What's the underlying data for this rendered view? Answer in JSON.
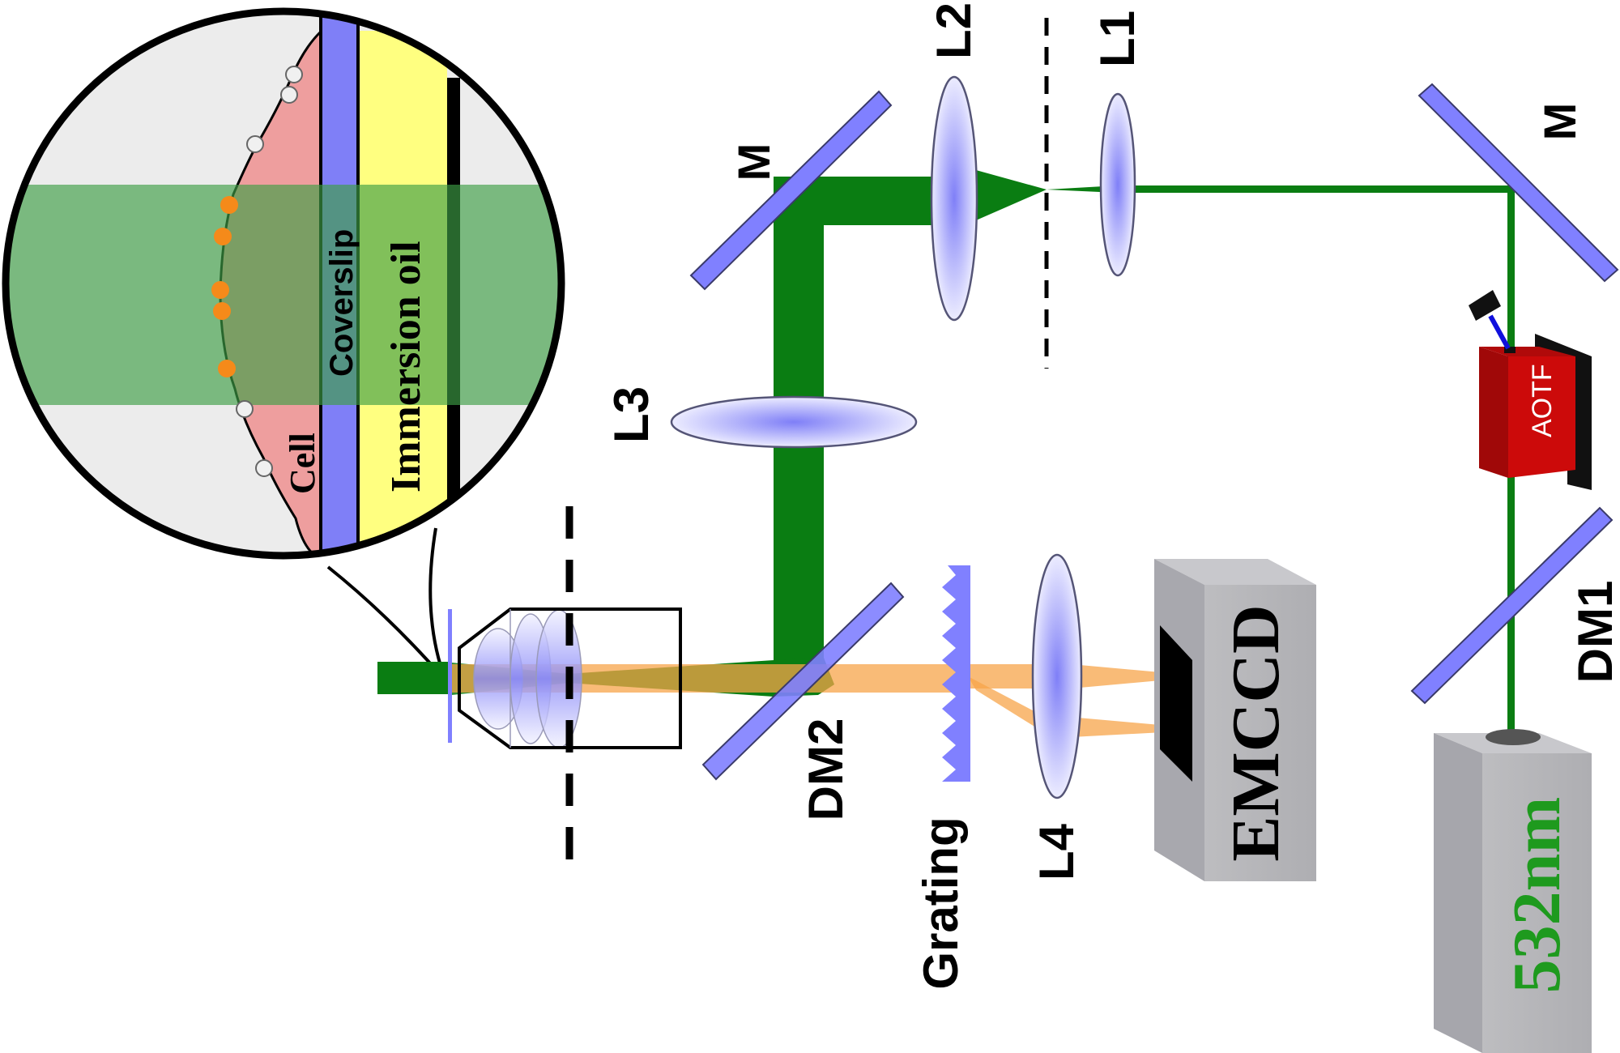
{
  "figure": {
    "description": "Optical setup schematic: 532 nm laser through AOTF, beam expander and objective to a cell on a coverslip; emitted light separated by dichroic, dispersed by grating and focused onto EMCCD.",
    "colors": {
      "excitation_beam": "#0a7d12",
      "emission_beam": "#f7a44a",
      "optic_fill": "#8080ff",
      "optic_stroke": "#3a3a6a",
      "cell_fill": "#ee9e9e",
      "coverslip_fill": "#7f7ff7",
      "immersion_oil_fill": "#ffff80",
      "green_band": "#3d9e45",
      "aotf_red": "#cc0a0a",
      "laser_text": "#1e9a1e",
      "device_gray": "#b0b0b4"
    }
  },
  "labels": {
    "l1": "L1",
    "l2": "L2",
    "l3": "L3",
    "l4": "L4",
    "mirror_top_right": "M",
    "mirror_top_left": "M",
    "dm1": "DM1",
    "dm2": "DM2",
    "grating": "Grating",
    "aotf": "AOTF",
    "emccd": "EMCCD",
    "laser": "532nm",
    "inset_cell": "Cell",
    "inset_coverslip": "Coverslip",
    "inset_immersion_oil": "Immersion oil"
  }
}
